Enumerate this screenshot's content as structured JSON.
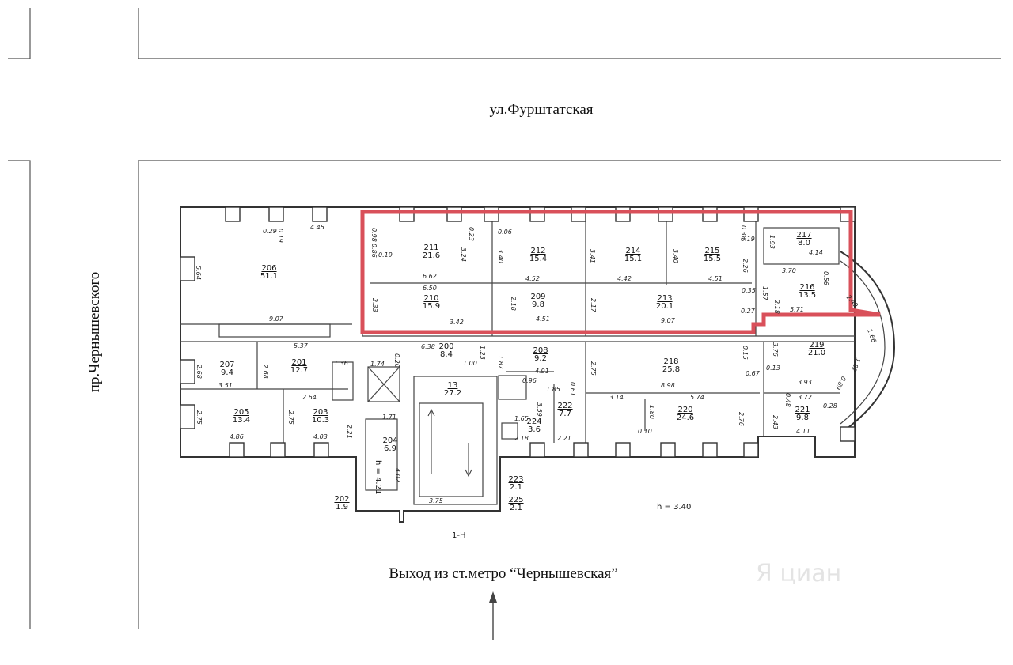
{
  "streets": {
    "top": "ул.Фурштатская",
    "left": "пр.Чернышевского",
    "bottom": "Выход из ст.метро “Чернышевская”"
  },
  "rooms": [
    {
      "num": "206",
      "area": "51.1"
    },
    {
      "num": "211",
      "area": "21.6"
    },
    {
      "num": "212",
      "area": "15.4"
    },
    {
      "num": "214",
      "area": "15.1"
    },
    {
      "num": "215",
      "area": "15.5"
    },
    {
      "num": "217",
      "area": "8.0"
    },
    {
      "num": "210",
      "area": "15.9"
    },
    {
      "num": "209",
      "area": "9.8"
    },
    {
      "num": "213",
      "area": "20.1"
    },
    {
      "num": "216",
      "area": "13.5"
    },
    {
      "num": "207",
      "area": "9.4"
    },
    {
      "num": "201",
      "area": "12.7"
    },
    {
      "num": "200",
      "area": "8.4"
    },
    {
      "num": "208",
      "area": "9.2"
    },
    {
      "num": "218",
      "area": "25.8"
    },
    {
      "num": "219",
      "area": "21.0"
    },
    {
      "num": "205",
      "area": "13.4"
    },
    {
      "num": "203",
      "area": "10.3"
    },
    {
      "num": "13",
      "area": "27.2"
    },
    {
      "num": "222",
      "area": "7.7"
    },
    {
      "num": "220",
      "area": "24.6"
    },
    {
      "num": "221",
      "area": "9.8"
    },
    {
      "num": "204",
      "area": "6.9"
    },
    {
      "num": "224",
      "area": "3.6"
    },
    {
      "num": "223",
      "area": "2.1"
    },
    {
      "num": "225",
      "area": "2.1"
    },
    {
      "num": "202",
      "area": "1.9"
    }
  ],
  "dimensions": [
    "0.29",
    "0.19",
    "4.45",
    "5.64",
    "9.07",
    "0.98",
    "0.86",
    "0.19",
    "0.23",
    "3.24",
    "0.06",
    "3.40",
    "6.62",
    "6.50",
    "4.52",
    "3.41",
    "3.40",
    "4.42",
    "4.51",
    "0.30",
    "0.19",
    "2.26",
    "1.93",
    "4.14",
    "3.70",
    "0.56",
    "2.33",
    "3.42",
    "2.18",
    "4.51",
    "2.17",
    "9.07",
    "0.35",
    "1.57",
    "2.18",
    "0.27",
    "5.71",
    "0.15",
    "5.37",
    "6.38",
    "1.23",
    "1.87",
    "2.75",
    "2.68",
    "2.68",
    "3.51",
    "1.74",
    "0.20",
    "1.36",
    "1.00",
    "4.91",
    "0.96",
    "0.61",
    "8.98",
    "3.76",
    "0.13",
    "3.93",
    "0.67",
    "2.64",
    "1.71",
    "1.85",
    "3.14",
    "5.74",
    "0.48",
    "3.72",
    "0.28",
    "2.75",
    "2.75",
    "4.86",
    "4.03",
    "2.21",
    "4.02",
    "3.59",
    "1.65",
    "2.18",
    "2.21",
    "1.80",
    "0.10",
    "2.76",
    "2.43",
    "4.11",
    "3.75",
    "1.66",
    "1.82",
    "0.89",
    "2.49"
  ],
  "height_notes": {
    "main": "h = 3.40",
    "stair": "h = 4.21"
  },
  "entrance": "1-Н",
  "watermark": "Я циан",
  "colors": {
    "highlight": "#d9505a",
    "walls": "#333333"
  }
}
